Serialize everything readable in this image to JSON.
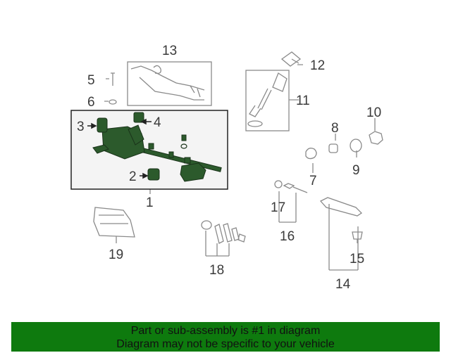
{
  "callouts": {
    "c1": "1",
    "c2": "2",
    "c3": "3",
    "c4": "4",
    "c5": "5",
    "c6": "6",
    "c7": "7",
    "c8": "8",
    "c9": "9",
    "c10": "10",
    "c11": "11",
    "c12": "12",
    "c13": "13",
    "c14": "14",
    "c15": "15",
    "c16": "16",
    "c17": "17",
    "c18": "18",
    "c19": "19"
  },
  "banner": {
    "line1": "Part or sub-assembly is #1 in diagram",
    "line2": "Diagram may not be specific to your vehicle"
  },
  "colors": {
    "banner": "#0e7a0e",
    "highlight": "#2c5a2c",
    "line": "#8a8a8a",
    "text": "#3a3a3a"
  }
}
